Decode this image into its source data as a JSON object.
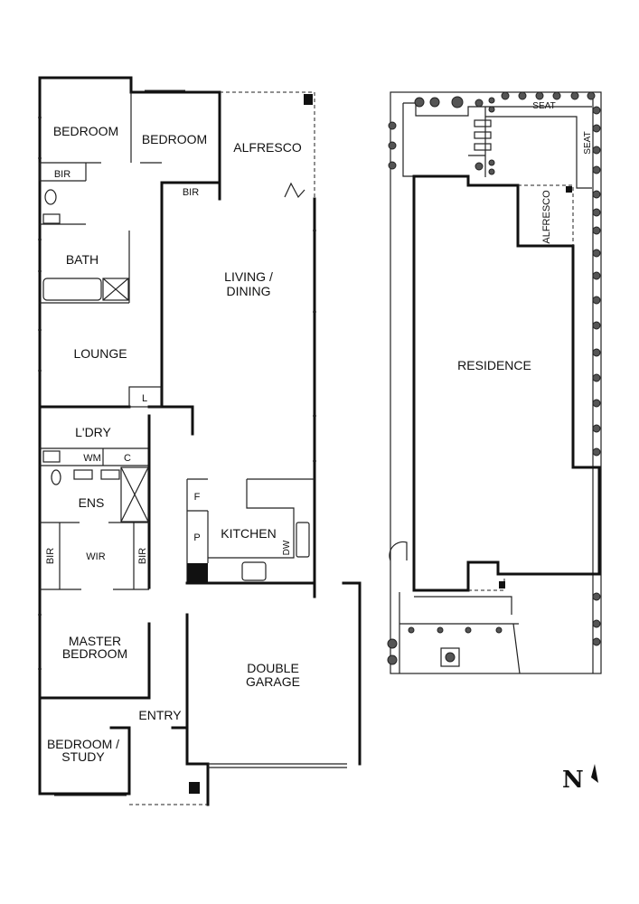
{
  "floor_plan": {
    "rooms": {
      "bedroom_1": "BEDROOM",
      "bedroom_2": "BEDROOM",
      "alfresco": "ALFRESCO",
      "bir_1": "BIR",
      "bir_2": "BIR",
      "bath": "BATH",
      "living_line1": "LIVING /",
      "living_line2": "DINING",
      "lounge": "LOUNGE",
      "linen": "L",
      "laundry": "L'DRY",
      "wm": "WM",
      "c": "C",
      "ens": "ENS",
      "bir_3": "BIR",
      "wir": "WIR",
      "bir_4": "BIR",
      "fridge": "F",
      "pantry": "P",
      "kitchen": "KITCHEN",
      "dw": "DW",
      "master_line1": "MASTER",
      "master_line2": "BEDROOM",
      "garage_line1": "DOUBLE",
      "garage_line2": "GARAGE",
      "entry": "ENTRY",
      "study_line1": "BEDROOM /",
      "study_line2": "STUDY"
    }
  },
  "site_plan": {
    "seat_1": "SEAT",
    "seat_2": "SEAT",
    "alfresco": "ALFRESCO",
    "residence": "RESIDENCE"
  },
  "north_arrow": {
    "label": "N"
  }
}
